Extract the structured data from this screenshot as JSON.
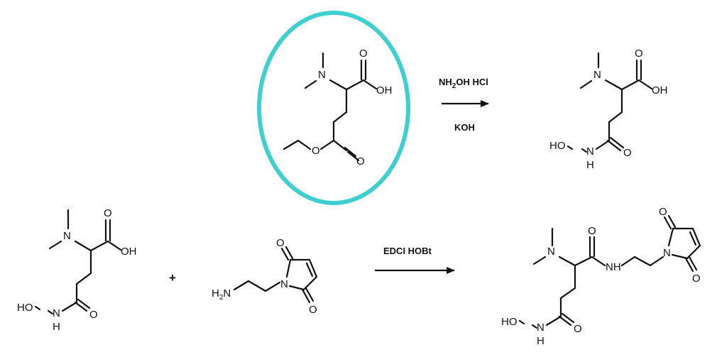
{
  "highlight": {
    "color": "#3fcfd1",
    "shape": "ellipse",
    "target": "starting-ester"
  },
  "atom_labels": {
    "N": "N",
    "O": "O",
    "OH": "OH",
    "HO": "HO",
    "H": "H",
    "NH": "NH",
    "H2N_H": "H",
    "H2N_sub": "2",
    "H2N_N": "N"
  },
  "reaction1": {
    "reagent_above": {
      "main": "NH",
      "sub": "2",
      "rest": "OH HCl"
    },
    "reagent_below": "KOH"
  },
  "reaction2": {
    "plus": "+",
    "reagent_above": "EDCI HOBt"
  }
}
